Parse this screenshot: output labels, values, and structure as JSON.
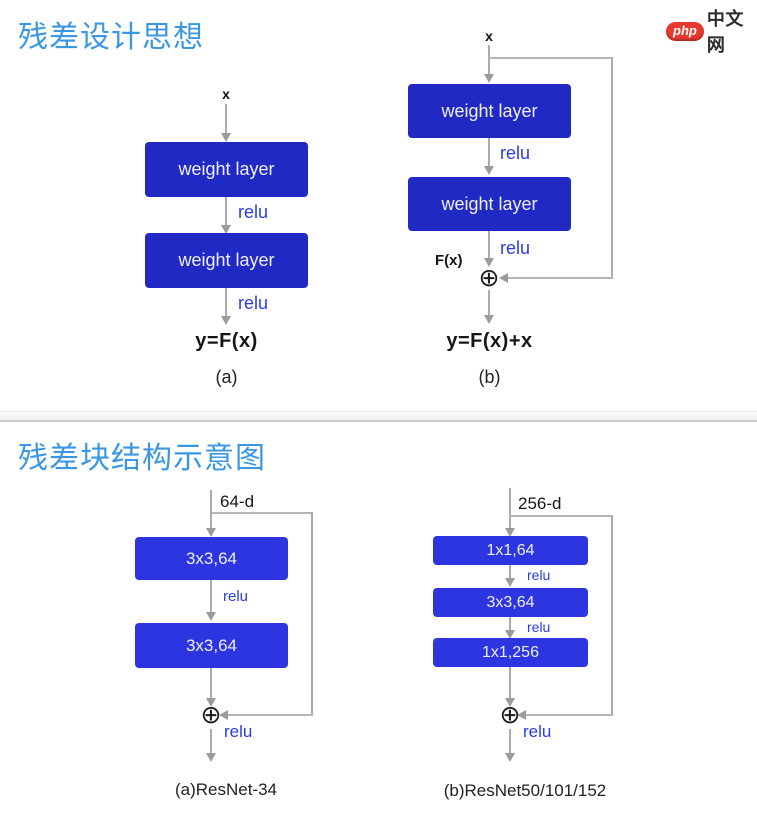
{
  "header": {
    "logo_badge": "php",
    "logo_text": "中文网"
  },
  "sections": {
    "residual_idea": {
      "title": "残差设计思想",
      "diagram_a": {
        "input": "x",
        "box1": "weight layer",
        "box2": "weight layer",
        "relu1": "relu",
        "relu2": "relu",
        "output": "y=F(x)",
        "caption": "(a)"
      },
      "diagram_b": {
        "input": "x",
        "box1": "weight layer",
        "box2": "weight layer",
        "relu1": "relu",
        "relu2": "relu",
        "fx": "F(x)",
        "sum": "⊕",
        "output": "y=F(x)+x",
        "caption": "(b)"
      }
    },
    "block_structure": {
      "title": "残差块结构示意图",
      "diagram_a": {
        "input": "64-d",
        "box1": "3x3,64",
        "box2": "3x3,64",
        "relu1": "relu",
        "relu2": "relu",
        "sum": "⊕",
        "caption": "(a)ResNet-34"
      },
      "diagram_b": {
        "input": "256-d",
        "box1": "1x1,64",
        "box2": "3x3,64",
        "box3": "1x1,256",
        "relu1": "relu",
        "relu2": "relu",
        "relu3": "relu",
        "sum": "⊕",
        "caption": "(b)ResNet50/101/152"
      }
    }
  },
  "colors": {
    "title_blue": "#3b97e4",
    "box_blue_top": "#2129c4",
    "box_blue_bottom": "#2c35df",
    "relu_blue": "#2a3ce8",
    "line_gray": "#ababab",
    "logo_red": "#e8392f"
  }
}
